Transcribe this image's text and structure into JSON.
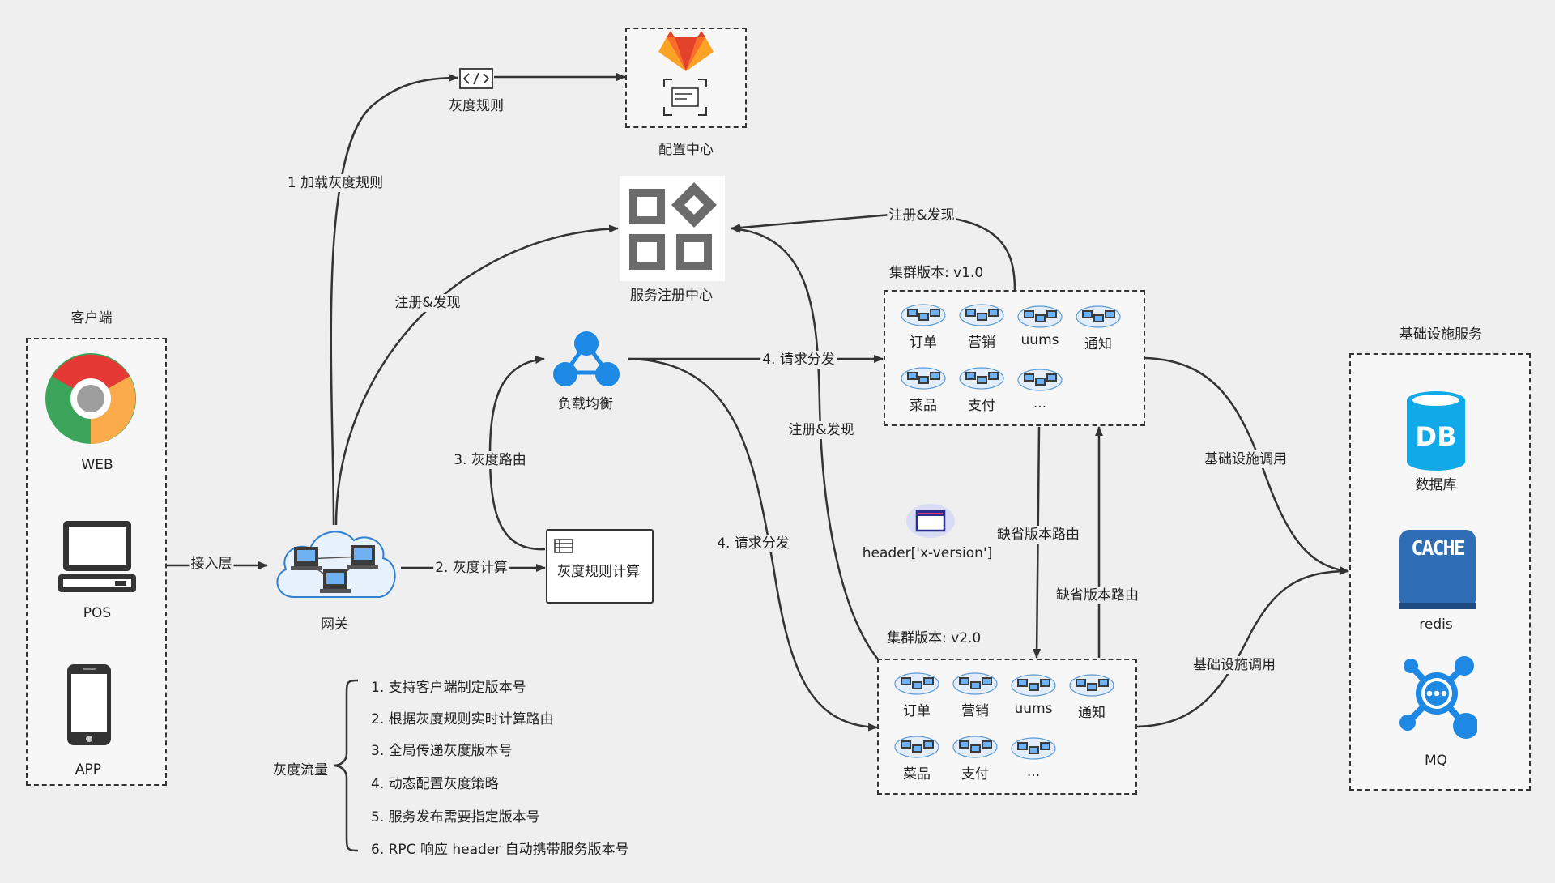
{
  "client": {
    "title": "客户端",
    "items": [
      {
        "label": "WEB",
        "icon": "chrome-icon"
      },
      {
        "label": "POS",
        "icon": "monitor-icon"
      },
      {
        "label": "APP",
        "icon": "phone-icon"
      }
    ]
  },
  "gateway": {
    "label": "网关"
  },
  "config_center": {
    "label": "配置中心"
  },
  "gray_rule": {
    "label": "灰度规则"
  },
  "registry": {
    "label": "服务注册中心"
  },
  "load_balancer": {
    "label": "负载均衡"
  },
  "rule_calc": {
    "label": "灰度规则计算"
  },
  "header_version": {
    "label": "header['x-version']"
  },
  "cluster_v1": {
    "title": "集群版本: v1.0",
    "services": [
      "订单",
      "营销",
      "uums",
      "通知",
      "菜品",
      "支付",
      "..."
    ]
  },
  "cluster_v2": {
    "title": "集群版本: v2.0",
    "services": [
      "订单",
      "营销",
      "uums",
      "通知",
      "菜品",
      "支付",
      "..."
    ]
  },
  "infra": {
    "title": "基础设施服务",
    "db_icon_text": "DB",
    "db_label": "数据库",
    "cache_icon_text": "CACHE",
    "cache_label": "redis",
    "mq_label": "MQ"
  },
  "edges": {
    "access": "接入层",
    "load_rule": "1 加载灰度规则",
    "register_gw": "注册&发现",
    "gray_compute": "2. 灰度计算",
    "gray_route": "3. 灰度路由",
    "dispatch_v1": "4. 请求分发",
    "dispatch_v2": "4. 请求分发",
    "register_v1": "注册&发现",
    "register_v2": "注册&发现",
    "default_route_down": "缺省版本路由",
    "default_route_up": "缺省版本路由",
    "infra_call_v1": "基础设施调用",
    "infra_call_v2": "基础设施调用"
  },
  "gray_traffic": {
    "title": "灰度流量",
    "items": [
      "1. 支持客户端制定版本号",
      "2. 根据灰度规则实时计算路由",
      "3. 全局传递灰度版本号",
      "4. 动态配置灰度策略",
      "5. 服务发布需要指定版本号",
      "6. RPC 响应 header 自动携带服务版本号"
    ]
  },
  "colors": {
    "blue": "#1e88e5",
    "gitlab_orange": "#fc6d26",
    "gitlab_red": "#e24329",
    "registry_gray": "#6b6b6b",
    "cache_blue": "#2f6db5",
    "line": "#333333"
  }
}
